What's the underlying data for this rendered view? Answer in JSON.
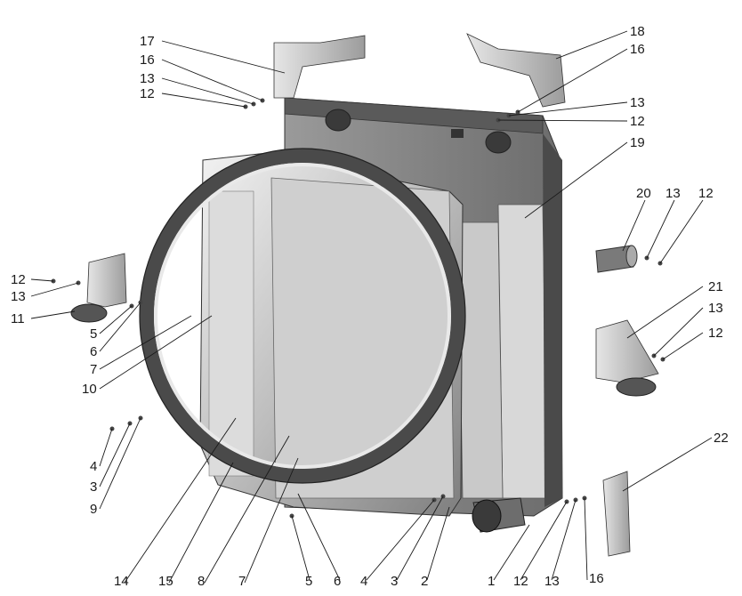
{
  "callouts": [
    {
      "id": "c17",
      "text": "17"
    },
    {
      "id": "c16a",
      "text": "16"
    },
    {
      "id": "c13a",
      "text": "13"
    },
    {
      "id": "c12a",
      "text": "12"
    },
    {
      "id": "c18",
      "text": "18"
    },
    {
      "id": "c16b",
      "text": "16"
    },
    {
      "id": "c13b",
      "text": "13"
    },
    {
      "id": "c12b",
      "text": "12"
    },
    {
      "id": "c19",
      "text": "19"
    },
    {
      "id": "c20",
      "text": "20"
    },
    {
      "id": "c13c",
      "text": "13"
    },
    {
      "id": "c12c",
      "text": "12"
    },
    {
      "id": "c21",
      "text": "21"
    },
    {
      "id": "c13d",
      "text": "13"
    },
    {
      "id": "c12d",
      "text": "12"
    },
    {
      "id": "c22",
      "text": "22"
    },
    {
      "id": "c12e",
      "text": "12"
    },
    {
      "id": "c13e",
      "text": "13"
    },
    {
      "id": "c11",
      "text": "11"
    },
    {
      "id": "c5a",
      "text": "5"
    },
    {
      "id": "c6a",
      "text": "6"
    },
    {
      "id": "c7a",
      "text": "7"
    },
    {
      "id": "c10",
      "text": "10"
    },
    {
      "id": "c4a",
      "text": "4"
    },
    {
      "id": "c3a",
      "text": "3"
    },
    {
      "id": "c9",
      "text": "9"
    },
    {
      "id": "c14",
      "text": "14"
    },
    {
      "id": "c15",
      "text": "15"
    },
    {
      "id": "c8",
      "text": "8"
    },
    {
      "id": "c7b",
      "text": "7"
    },
    {
      "id": "c5b",
      "text": "5"
    },
    {
      "id": "c6b",
      "text": "6"
    },
    {
      "id": "c4b",
      "text": "4"
    },
    {
      "id": "c3b",
      "text": "3"
    },
    {
      "id": "c2",
      "text": "2"
    },
    {
      "id": "c1",
      "text": "1"
    },
    {
      "id": "c12f",
      "text": "12"
    },
    {
      "id": "c13f",
      "text": "13"
    },
    {
      "id": "c16c",
      "text": "16"
    }
  ]
}
